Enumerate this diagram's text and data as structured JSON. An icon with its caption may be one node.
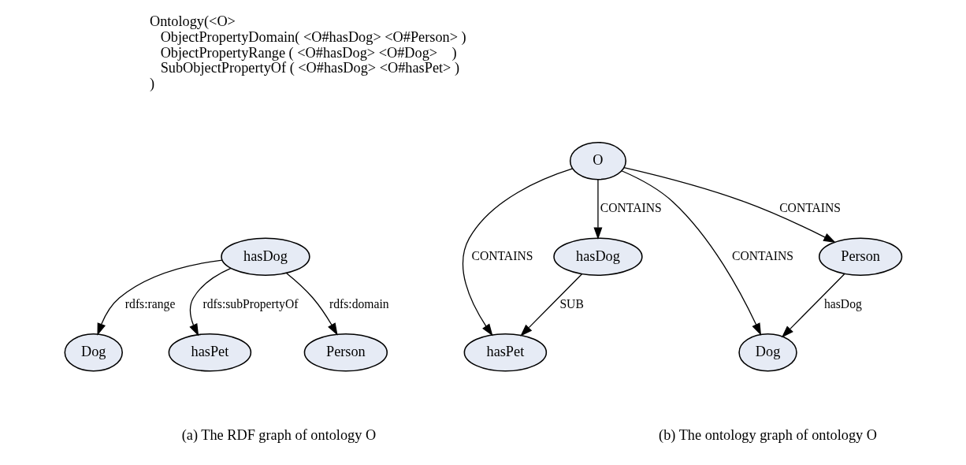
{
  "diagram": {
    "nodes": [
      {
        "text": [
          "hasDog"
        ]
      },
      {
        "text": [
          "Person"
        ]
      },
      {
        "text": [
          "Dog"
        ]
      },
      {
        "text": [
          "hasPet"
        ]
      },
      {
        "text": [
          "O"
        ]
      },
      {
        "text": [
          "Person"
        ]
      },
      {
        "text": [
          "hasPet"
        ]
      },
      {
        "text": [
          "hasDog"
        ]
      },
      {
        "text": [
          "Dog"
        ]
      }
    ],
    "edges": [
      {
        "from": 0,
        "to": 1,
        "arrow": "to",
        "label": "rdfs:domain"
      },
      {
        "from": 0,
        "to": 3,
        "arrow": "to",
        "label": "rdfs:subPropertyOf"
      },
      {
        "from": 0,
        "to": 2,
        "arrow": "to",
        "label": "rdfs:range"
      },
      {
        "from": 4,
        "to": 5,
        "arrow": "to",
        "label": "CONTAINS"
      },
      {
        "from": 4,
        "to": 8,
        "arrow": "to",
        "label": "CONTAINS"
      },
      {
        "from": 4,
        "to": 7,
        "arrow": "to",
        "label": "CONTAINS"
      },
      {
        "from": 4,
        "to": 6,
        "arrow": "to",
        "label": "CONTAINS"
      },
      {
        "from": 5,
        "to": 8,
        "arrow": "to",
        "label": "hasDog"
      },
      {
        "from": 7,
        "to": 6,
        "arrow": "to",
        "label": "SUB"
      }
    ],
    "labels": [
      "Ontology(<O>",
      "ObjectPropertyDomain( <O#hasDog> <O#Person> )",
      "ObjectPropertyRange ( <O#hasDog> <O#Dog>    )",
      "SubObjectPropertyOf ( <O#hasDog> <O#hasPet> )",
      ")",
      "(a) The RDF graph of ontology O",
      "(b) The ontology graph of ontology O"
    ]
  }
}
